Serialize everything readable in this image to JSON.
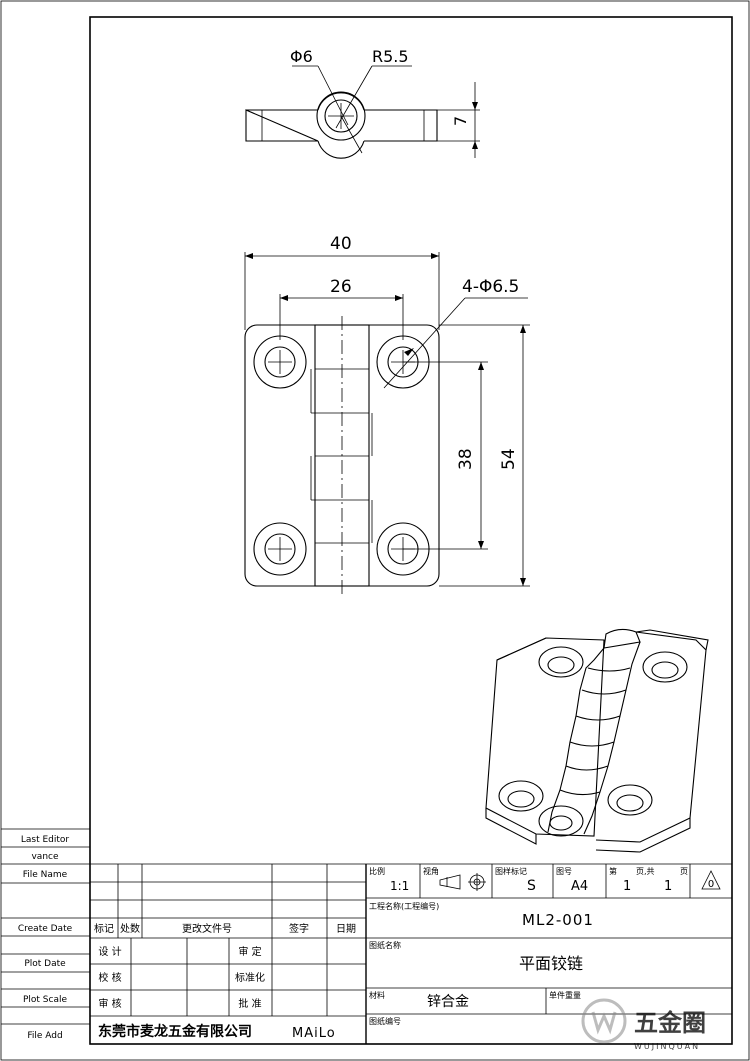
{
  "dims": {
    "top_dia": "Φ6",
    "top_radius": "R5.5",
    "top_height": "7",
    "width_total": "40",
    "hole_spacing_h": "26",
    "holes": "4-Φ6.5",
    "hole_spacing_v": "38",
    "height_total": "54"
  },
  "side_panel": {
    "last_editor_label": "Last Editor",
    "last_editor_value": "vance",
    "file_name_label": "File Name",
    "create_date_label": "Create Date",
    "plot_date_label": "Plot Date",
    "plot_scale_label": "Plot Scale",
    "file_add_label": "File Add"
  },
  "revision": {
    "mark": "标记",
    "count": "处数",
    "doc": "更改文件号",
    "sign": "签字",
    "date": "日期",
    "design": "设 计",
    "review": "审 定",
    "check": "校 核",
    "standard": "标准化",
    "audit": "审 核",
    "approve": "批 准",
    "company": "东莞市麦龙五金有限公司",
    "brand": "MAiLo"
  },
  "title_block": {
    "scale_label": "比例",
    "scale_value": "1:1",
    "view_label": "视角",
    "mark_label": "图样标记",
    "mark_value": "S",
    "size_label": "图号",
    "size_value": "A4",
    "page_label_a": "第",
    "page_label_b": "页,共",
    "page_label_c": "页",
    "page_value": "1",
    "page_total": "1",
    "rev_value": "0",
    "project_label": "工程名称(工程编号)",
    "part_number": "ML2-001",
    "drawing_name_label": "图纸名称",
    "drawing_name": "平面铰链",
    "material_label": "材料",
    "material_value": "锌合金",
    "weight_label": "单件重量",
    "drawing_no_label": "图纸编号"
  },
  "watermark": {
    "cn": "五金圈",
    "en": "WUJINQUAN"
  }
}
